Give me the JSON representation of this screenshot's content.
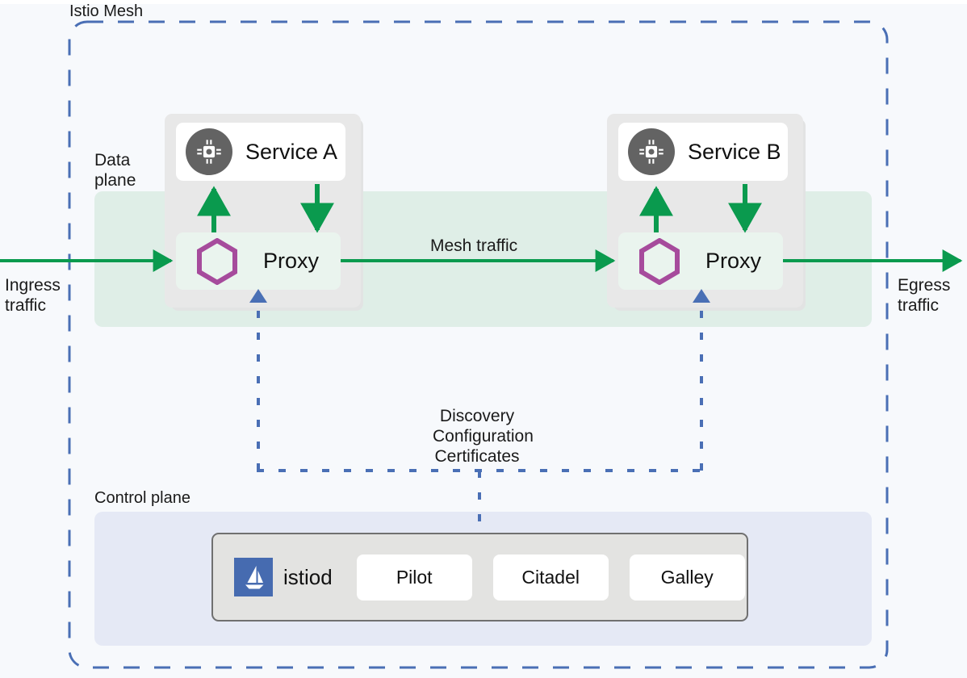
{
  "diagram": {
    "title": "Istio Mesh",
    "mesh_label": "Istio Mesh",
    "data_plane_label": "Data\nplane",
    "control_plane_label": "Control plane",
    "ingress_label": "Ingress\ntraffic",
    "egress_label": "Egress\ntraffic",
    "mesh_traffic_label": "Mesh traffic",
    "discovery_label": "Discovery\nConfiguration\nCertificates"
  },
  "services": [
    {
      "name": "Service A",
      "icon": "cpu-chip-icon",
      "proxy_label": "Proxy",
      "proxy_icon": "envoy-hexagon-icon"
    },
    {
      "name": "Service B",
      "icon": "cpu-chip-icon",
      "proxy_label": "Proxy",
      "proxy_icon": "envoy-hexagon-icon"
    }
  ],
  "control_plane": {
    "brand": "istiod",
    "brand_icon": "istio-sailboat-logo",
    "components": [
      {
        "label": "Pilot"
      },
      {
        "label": "Citadel"
      },
      {
        "label": "Galley"
      }
    ]
  },
  "colors": {
    "background": "#f7f9fc",
    "mesh_border": "#4a6fb5",
    "data_plane_band": "#dfeee7",
    "control_plane_band": "#e5e9f5",
    "traffic_arrow": "#0a9a4e",
    "config_line": "#4a6fb5",
    "service_card": "#e8e8e8",
    "proxy_box": "#eaf4ee",
    "hexagon": "#a64b9c",
    "cpu_badge": "#636363",
    "istio_logo": "#466bb0",
    "istiod_panel": "#e3e3e1",
    "text": "#1a1a1a"
  }
}
